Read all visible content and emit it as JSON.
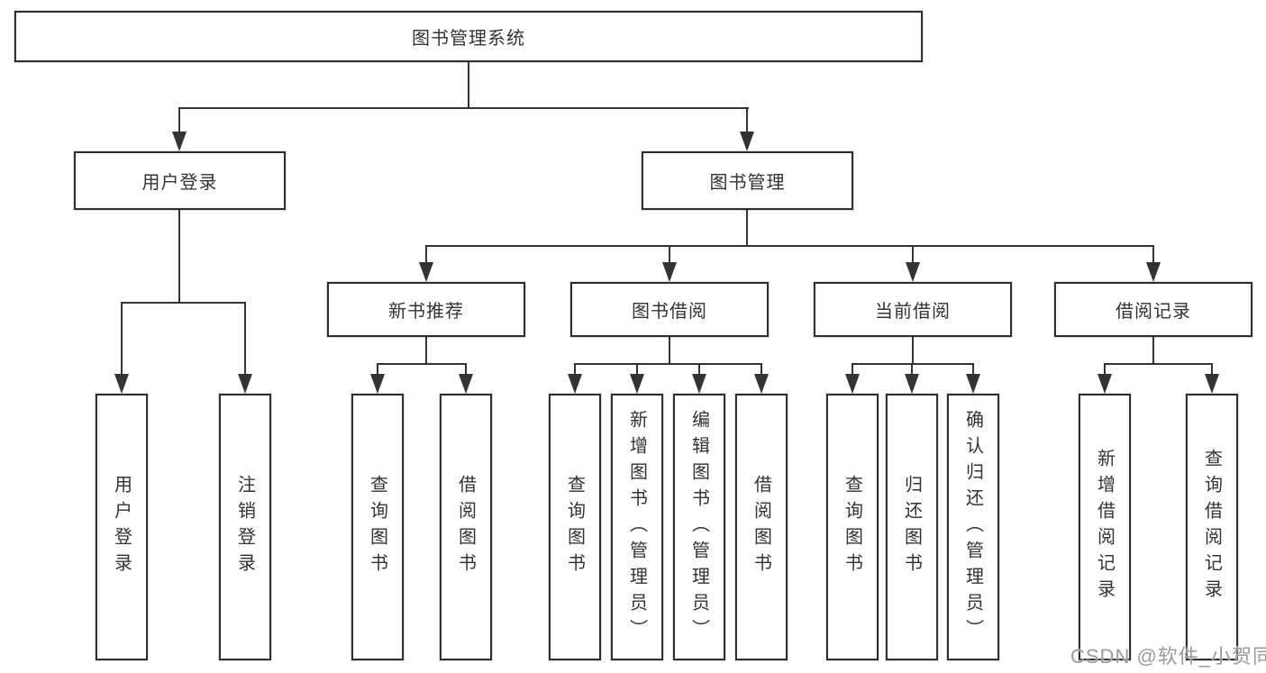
{
  "diagram": {
    "root": {
      "label": "图书管理系统"
    },
    "level2": [
      {
        "label": "用户登录",
        "children": [
          {
            "label": "用户登录"
          },
          {
            "label": "注销登录"
          }
        ]
      },
      {
        "label": "图书管理",
        "children": [
          {
            "label": "新书推荐",
            "children": [
              {
                "label": "查询图书"
              },
              {
                "label": "借阅图书"
              }
            ]
          },
          {
            "label": "图书借阅",
            "children": [
              {
                "label": "查询图书"
              },
              {
                "label": "新增图书（管理员）"
              },
              {
                "label": "编辑图书（管理员）"
              },
              {
                "label": "借阅图书"
              }
            ]
          },
          {
            "label": "当前借阅",
            "children": [
              {
                "label": "查询图书"
              },
              {
                "label": "归还图书"
              },
              {
                "label": "确认归还（管理员）"
              }
            ]
          },
          {
            "label": "借阅记录",
            "children": [
              {
                "label": "新增借阅记录"
              },
              {
                "label": "查询借阅记录"
              }
            ]
          }
        ]
      }
    ],
    "watermark": "CSDN @软件_小贺同学",
    "colors": {
      "line": "#333333",
      "border": "#2e2e2e",
      "text": "#333333",
      "watermark": "#9b9b9b",
      "background": "#ffffff"
    }
  }
}
